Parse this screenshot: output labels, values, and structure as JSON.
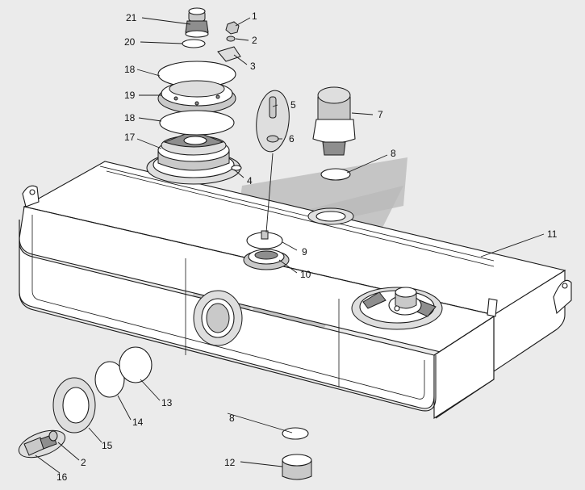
{
  "callouts": [
    {
      "id": "c1",
      "label": "1"
    },
    {
      "id": "c2a",
      "label": "2"
    },
    {
      "id": "c3",
      "label": "3"
    },
    {
      "id": "c4",
      "label": "4"
    },
    {
      "id": "c5",
      "label": "5"
    },
    {
      "id": "c6",
      "label": "6"
    },
    {
      "id": "c7",
      "label": "7"
    },
    {
      "id": "c8a",
      "label": "8"
    },
    {
      "id": "c9",
      "label": "9"
    },
    {
      "id": "c10",
      "label": "10"
    },
    {
      "id": "c11",
      "label": "11"
    },
    {
      "id": "c12",
      "label": "12"
    },
    {
      "id": "c13",
      "label": "13"
    },
    {
      "id": "c14",
      "label": "14"
    },
    {
      "id": "c15",
      "label": "15"
    },
    {
      "id": "c16",
      "label": "16"
    },
    {
      "id": "c2b",
      "label": "2"
    },
    {
      "id": "c8b",
      "label": "8"
    },
    {
      "id": "c17",
      "label": "17"
    },
    {
      "id": "c18a",
      "label": "18"
    },
    {
      "id": "c18b",
      "label": "18"
    },
    {
      "id": "c19",
      "label": "19"
    },
    {
      "id": "c20",
      "label": "20"
    },
    {
      "id": "c21",
      "label": "21"
    }
  ],
  "colors": {
    "background": "#ebebeb",
    "line": "#1a1a1a",
    "watermark": "#b8b8b8"
  }
}
